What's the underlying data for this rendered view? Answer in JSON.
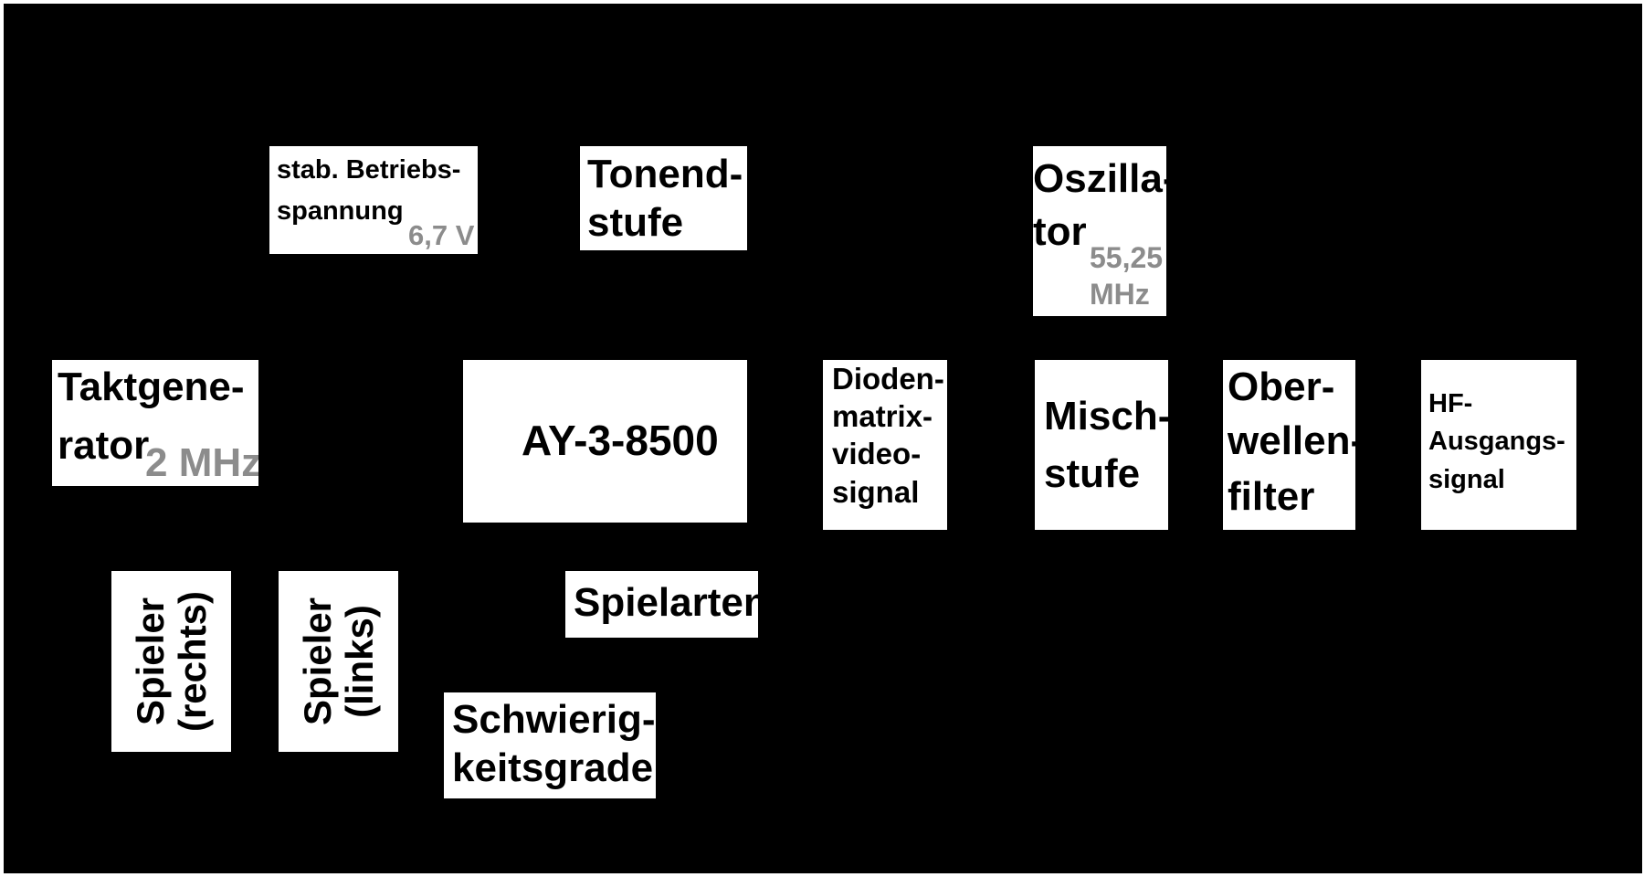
{
  "diagram": {
    "background_color": "#000000",
    "box_color": "#ffffff",
    "annotation_color": "#8c8c8c",
    "blocks": {
      "supply": {
        "lines": [
          "stab. Betriebs-",
          "spannung"
        ],
        "value": "6,7 V"
      },
      "tone": {
        "lines": [
          "Tonend-",
          "stufe"
        ]
      },
      "oscillator": {
        "lines": [
          "Oszilla-",
          "tor"
        ],
        "value_lines": [
          "55,25",
          "MHz"
        ]
      },
      "clock": {
        "lines": [
          "Taktgene-",
          "rator"
        ],
        "value": "2 MHz"
      },
      "chip": {
        "label": "AY-3-8500"
      },
      "diode_matrix": {
        "lines": [
          "Dioden-",
          "matrix-",
          "video-",
          "signal"
        ]
      },
      "mixer": {
        "lines": [
          "Misch-",
          "stufe"
        ]
      },
      "filter": {
        "lines": [
          "Ober-",
          "wellen-",
          "filter"
        ]
      },
      "rf_output": {
        "lines": [
          "HF-",
          "Ausgangs-",
          "signal"
        ]
      },
      "player_right": {
        "lines": [
          "Spieler",
          "(rechts)"
        ]
      },
      "player_left": {
        "lines": [
          "Spieler",
          "(links)"
        ]
      },
      "game_modes": {
        "label": "Spielarten"
      },
      "difficulty": {
        "lines": [
          "Schwierig-",
          "keitsgrade"
        ]
      }
    }
  }
}
